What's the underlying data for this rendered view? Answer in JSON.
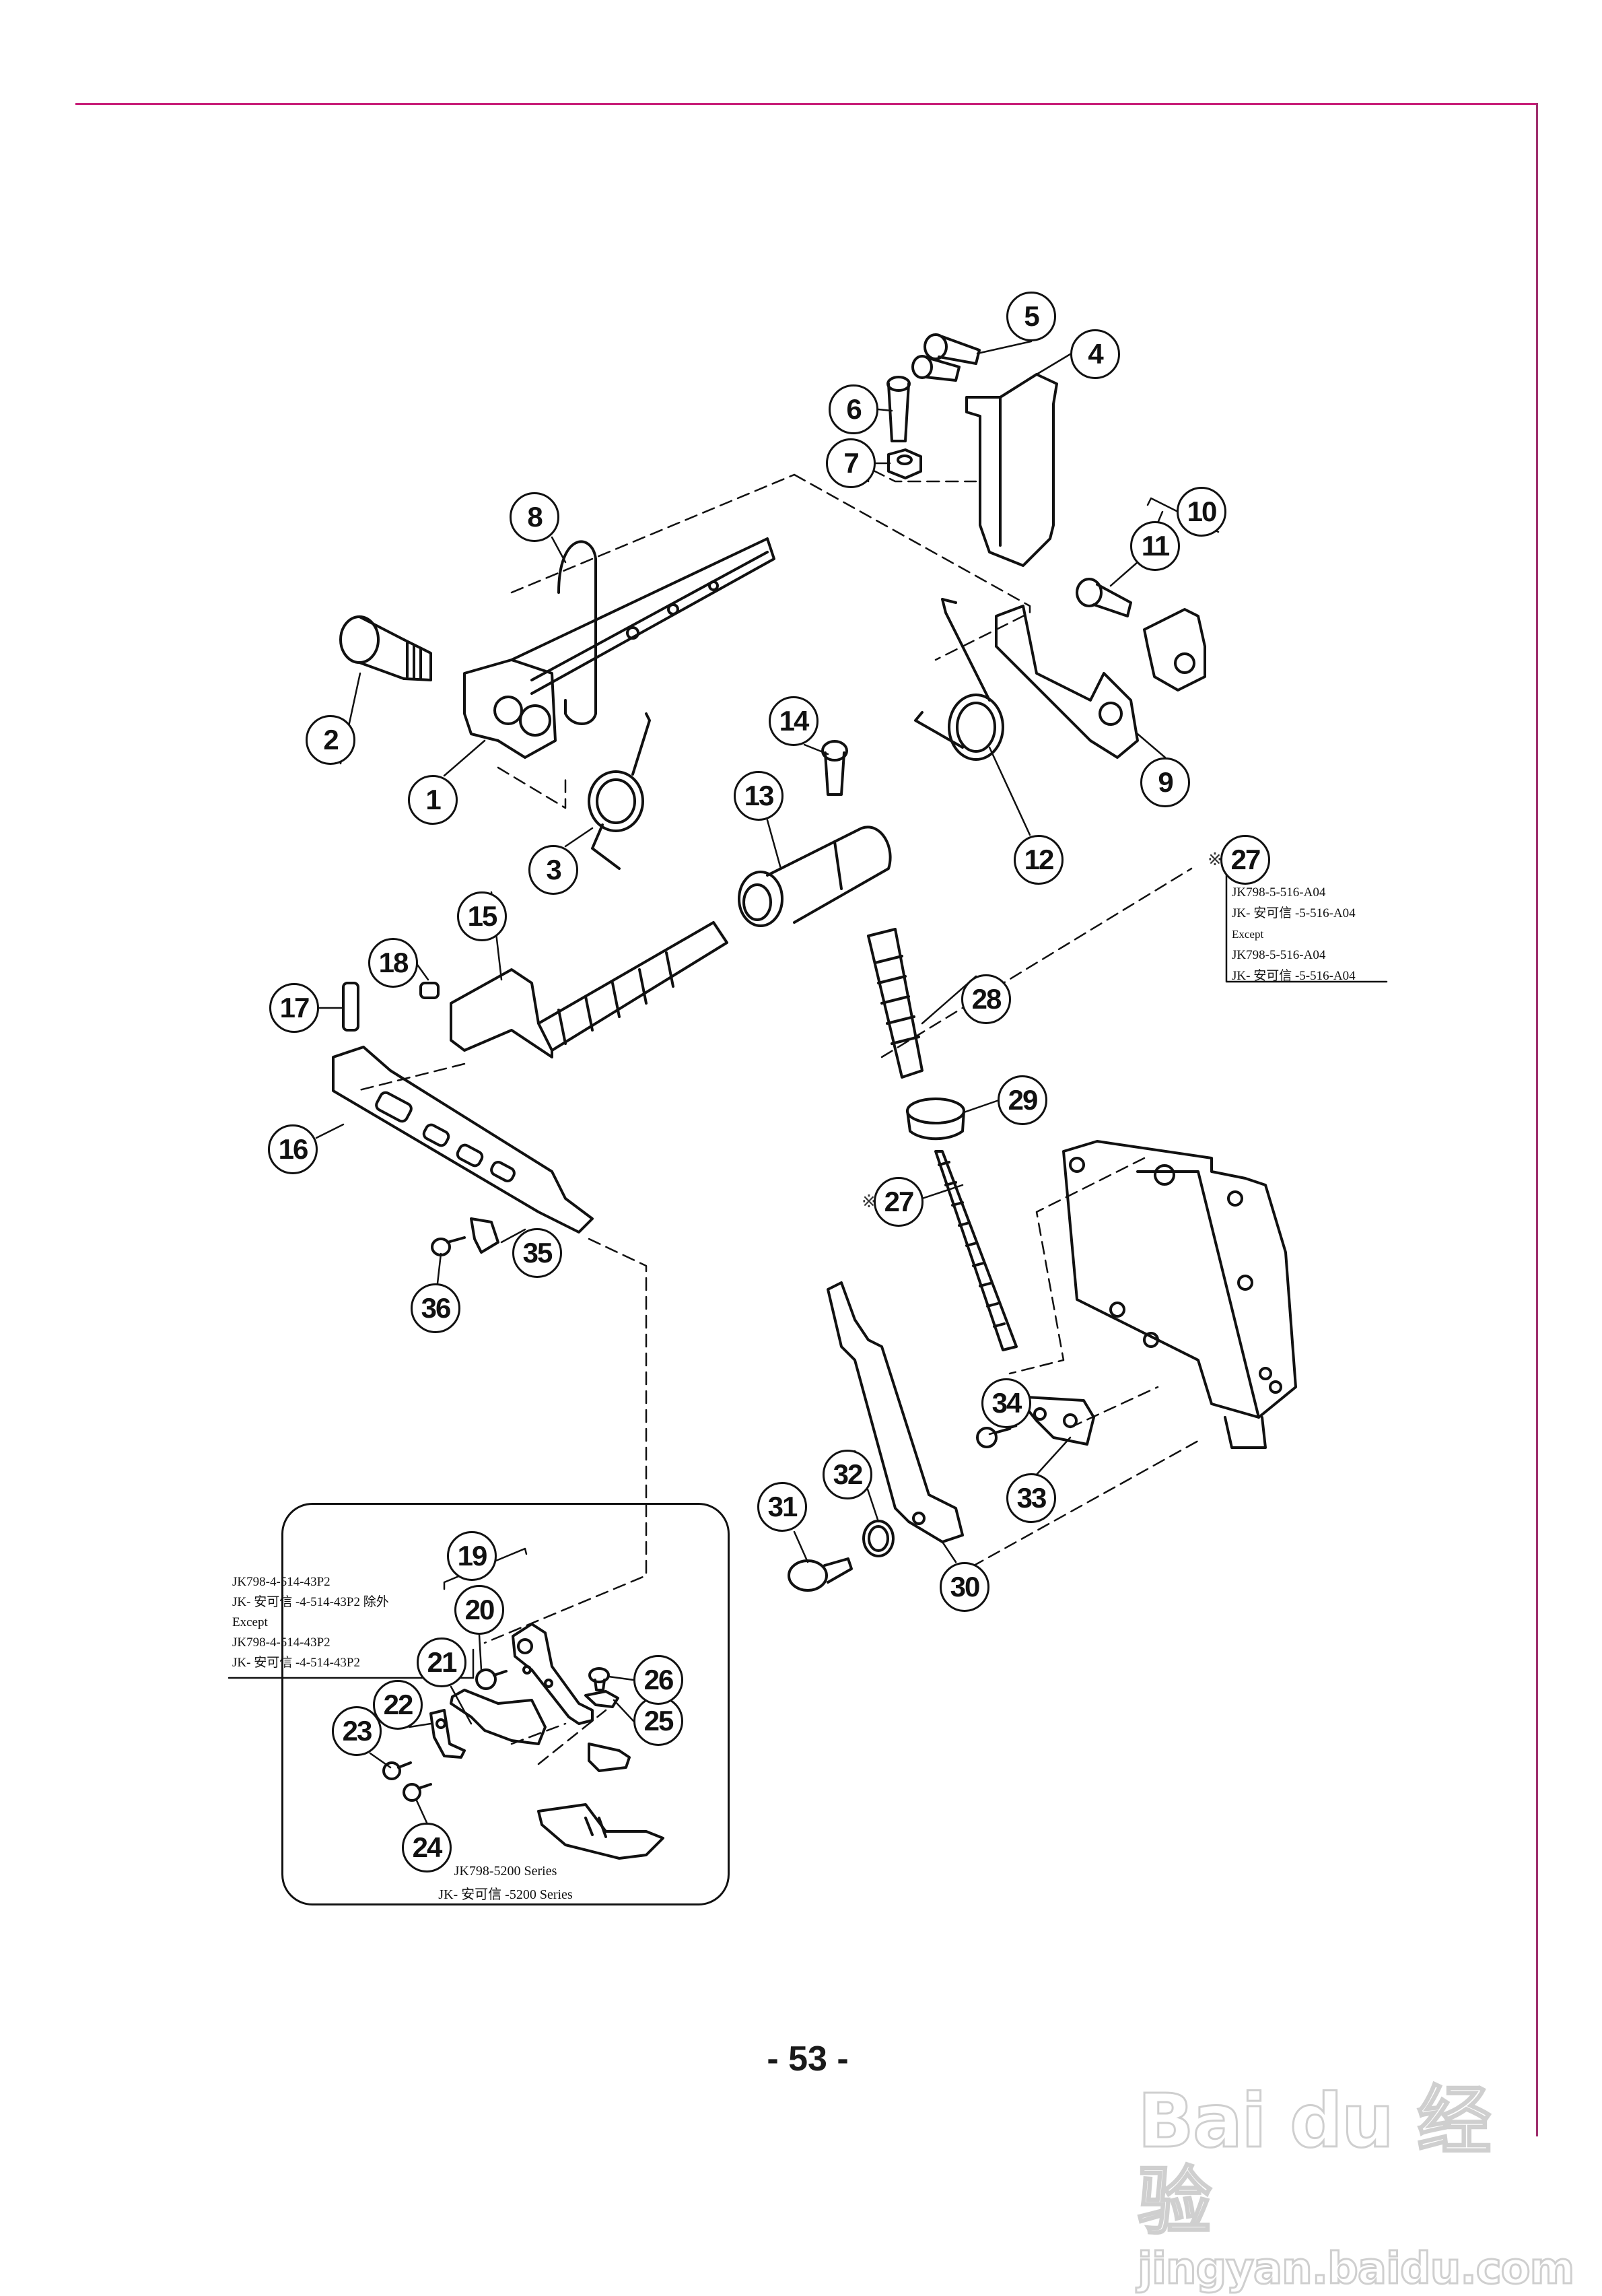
{
  "page": {
    "page_number": "- 53 -",
    "frame_color": "#c8217a"
  },
  "callouts": [
    {
      "id": "1",
      "label": "1"
    },
    {
      "id": "2",
      "label": "2"
    },
    {
      "id": "3",
      "label": "3"
    },
    {
      "id": "4",
      "label": "4"
    },
    {
      "id": "5",
      "label": "5"
    },
    {
      "id": "6",
      "label": "6"
    },
    {
      "id": "7",
      "label": "7"
    },
    {
      "id": "8",
      "label": "8"
    },
    {
      "id": "9",
      "label": "9"
    },
    {
      "id": "10",
      "label": "10"
    },
    {
      "id": "11",
      "label": "11"
    },
    {
      "id": "12",
      "label": "12"
    },
    {
      "id": "13",
      "label": "13"
    },
    {
      "id": "14",
      "label": "14"
    },
    {
      "id": "15",
      "label": "15"
    },
    {
      "id": "16",
      "label": "16"
    },
    {
      "id": "17",
      "label": "17"
    },
    {
      "id": "18",
      "label": "18"
    },
    {
      "id": "19",
      "label": "19"
    },
    {
      "id": "20",
      "label": "20"
    },
    {
      "id": "21",
      "label": "21"
    },
    {
      "id": "22",
      "label": "22"
    },
    {
      "id": "23",
      "label": "23"
    },
    {
      "id": "24",
      "label": "24"
    },
    {
      "id": "25",
      "label": "25"
    },
    {
      "id": "26",
      "label": "26"
    },
    {
      "id": "27a",
      "label": "27",
      "marked": true
    },
    {
      "id": "27b",
      "label": "27",
      "marked": true
    },
    {
      "id": "28",
      "label": "28"
    },
    {
      "id": "29",
      "label": "29"
    },
    {
      "id": "30",
      "label": "30"
    },
    {
      "id": "31",
      "label": "31"
    },
    {
      "id": "32",
      "label": "32"
    },
    {
      "id": "33",
      "label": "33"
    },
    {
      "id": "34",
      "label": "34"
    },
    {
      "id": "35",
      "label": "35"
    },
    {
      "id": "36",
      "label": "36"
    }
  ],
  "reference_mark": "※",
  "note_27": {
    "lines": [
      "JK798-5-516-A04",
      "JK- 安可信 -5-516-A04",
      "Except",
      "JK798-5-516-A04",
      "JK- 安可信 -5-516-A04"
    ]
  },
  "note_19": {
    "lines": [
      "JK798-4-514-43P2",
      "JK- 安可信 -4-514-43P2 除外",
      "Except",
      "JK798-4-514-43P2",
      "JK- 安可信 -4-514-43P2"
    ]
  },
  "inset": {
    "caption_line1": "JK798-5200 Series",
    "caption_line2": "JK- 安可信 -5200 Series"
  },
  "watermark": {
    "brand": "Bai du 经验",
    "url": "jingyan.baidu.com"
  }
}
